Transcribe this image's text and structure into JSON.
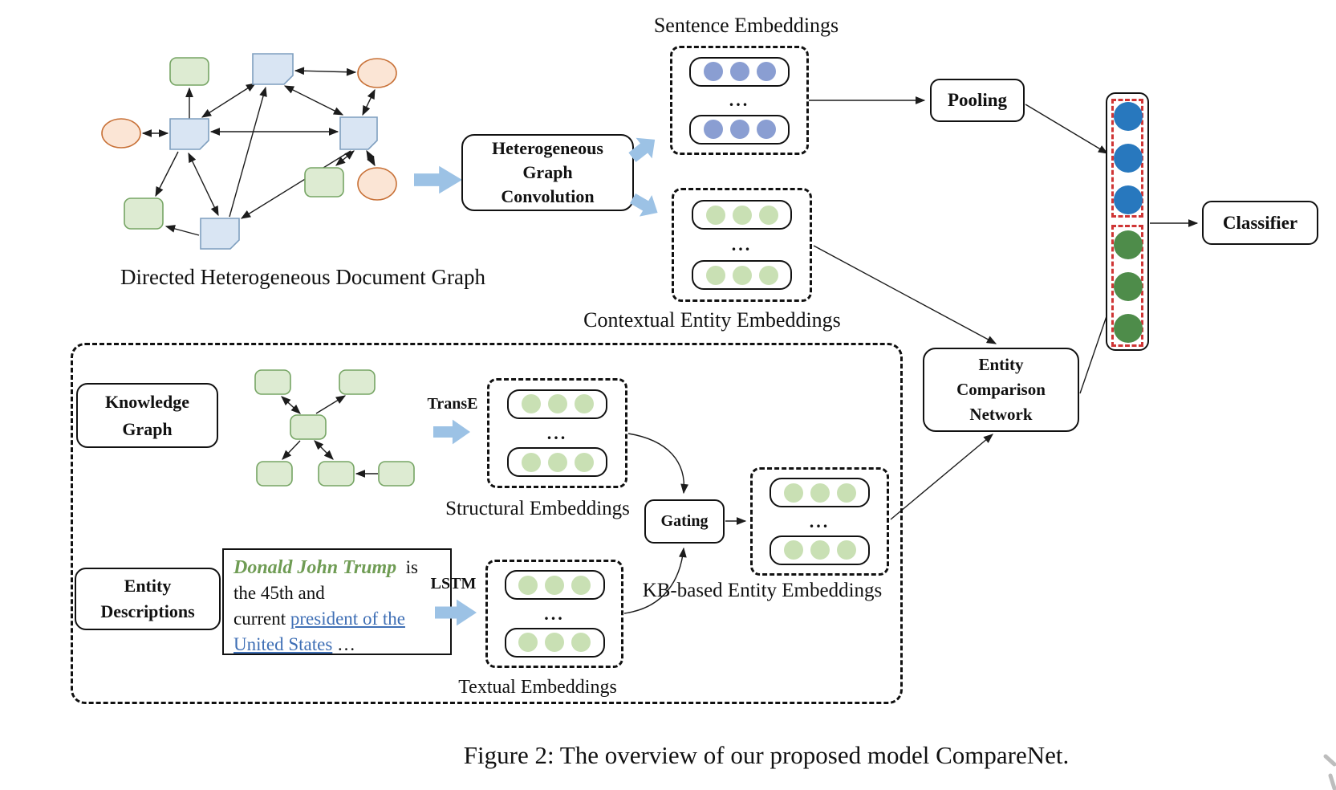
{
  "colors": {
    "node_blue_fill": "#d9e5f3",
    "node_blue_stroke": "#7f9fbf",
    "node_green_fill": "#ddebd2",
    "node_green_stroke": "#76a564",
    "node_orange_fill": "#fbe5d5",
    "node_orange_stroke": "#c87137",
    "dot_blue": "#8a9ed2",
    "dot_green": "#c9e0b4",
    "stack_blue": "#2878be",
    "stack_green": "#4e8c4a",
    "red_dashed": "#cf3535",
    "block_arrow": "#9cc2e5",
    "entity_name_green": "#6f9c54",
    "link_blue": "#3f6fb5"
  },
  "graph_caption": "Directed Heterogeneous Document Graph",
  "hgc": {
    "label": "Heterogeneous\nGraph\nConvolution"
  },
  "sentence": {
    "title": "Sentence Embeddings",
    "ellipsis": "..."
  },
  "contextual": {
    "title": "Contextual Entity Embeddings",
    "ellipsis": "..."
  },
  "pooling": {
    "label": "Pooling"
  },
  "classifier": {
    "label": "Classifier"
  },
  "ecn": {
    "label": "Entity\nComparison\nNetwork"
  },
  "kb_module": {
    "knowledge_graph_label": "Knowledge\nGraph",
    "entity_descriptions_label": "Entity\nDescriptions",
    "transe_label": "TransE",
    "lstm_label": "LSTM",
    "gating_label": "Gating",
    "structural": {
      "title": "Structural Embeddings",
      "ellipsis": "..."
    },
    "textual": {
      "title": "Textual Embeddings",
      "ellipsis": "..."
    },
    "kb_embeddings": {
      "title": "KB-based Entity Embeddings",
      "ellipsis": "..."
    },
    "entity_description": {
      "name": "Donald John Trump",
      "after_name": "is",
      "line2": "the 45th and",
      "line3_prefix": "current",
      "link1": "president of the",
      "link2": "United States",
      "tail": "…"
    }
  },
  "figure_caption": "Figure 2: The overview of our proposed model CompareNet."
}
